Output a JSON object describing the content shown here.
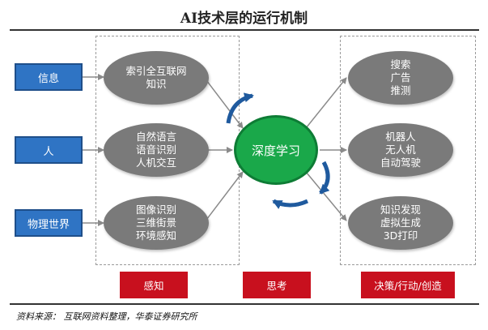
{
  "title": "AI技术层的运行机制",
  "inputs": [
    "信息",
    "人",
    "物理世界"
  ],
  "perception": [
    [
      "索引全互联网",
      "知识"
    ],
    [
      "自然语言",
      "语音识别",
      "人机交互"
    ],
    [
      "图像识别",
      "三维街景",
      "环境感知"
    ]
  ],
  "center": "深度学习",
  "outputs": [
    [
      "搜索",
      "广告",
      "推测"
    ],
    [
      "机器人",
      "无人机",
      "自动驾驶"
    ],
    [
      "知识发现",
      "虚拟生成",
      "3D打印"
    ]
  ],
  "stages": [
    "感知",
    "思考",
    "决策/行动/创造"
  ],
  "source": "资料来源：  互联网资料整理，华泰证券研究所",
  "colors": {
    "input_blue": "#2f74c4",
    "ellipse_gray": "#7a7a7a",
    "center_green": "#1aa84a",
    "stage_red": "#c8101e",
    "cycle_arrow_blue": "#1f5a9e"
  }
}
